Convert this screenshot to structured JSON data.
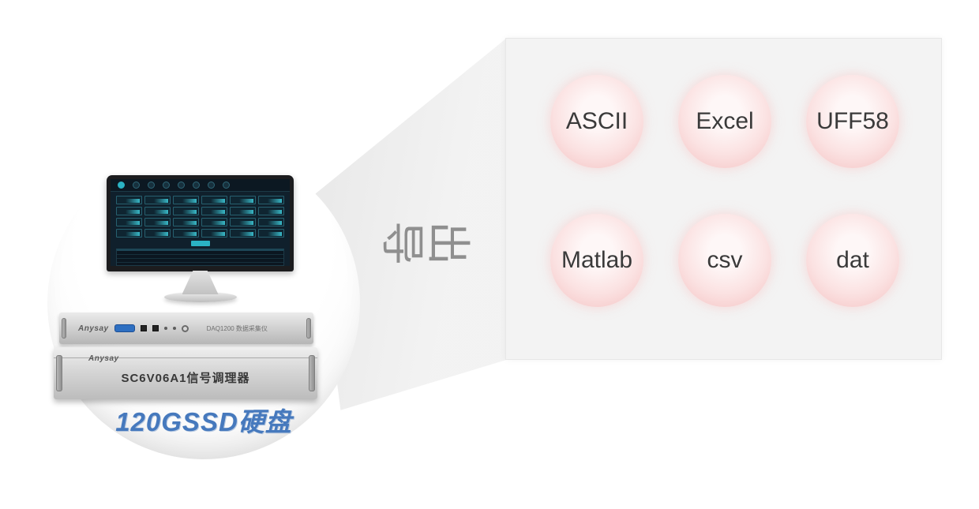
{
  "left_device": {
    "brand": "Anysay",
    "daq_unit_label": "DAQ1200 数据采集仪",
    "conditioner_label": "SC6V06A1信号调理器",
    "ssd_caption": "120GSSD硬盘"
  },
  "export_chars": [
    "导",
    "出"
  ],
  "export_label": "导出",
  "formats": [
    "ASCII",
    "Excel",
    "UFF58",
    "Matlab",
    "csv",
    "dat"
  ],
  "colors": {
    "bubble_pink": "#f6caca",
    "panel_bg": "#f3f3f3",
    "export_gray": "#8f8f8f",
    "ssd_blue": "#4679bd",
    "screen_teal": "#2bb3c4",
    "vga_blue": "#2e6fc1"
  },
  "monitor_screen": {
    "toolbar_icons": 8,
    "grid_rows": 4,
    "grid_cols": 6
  }
}
